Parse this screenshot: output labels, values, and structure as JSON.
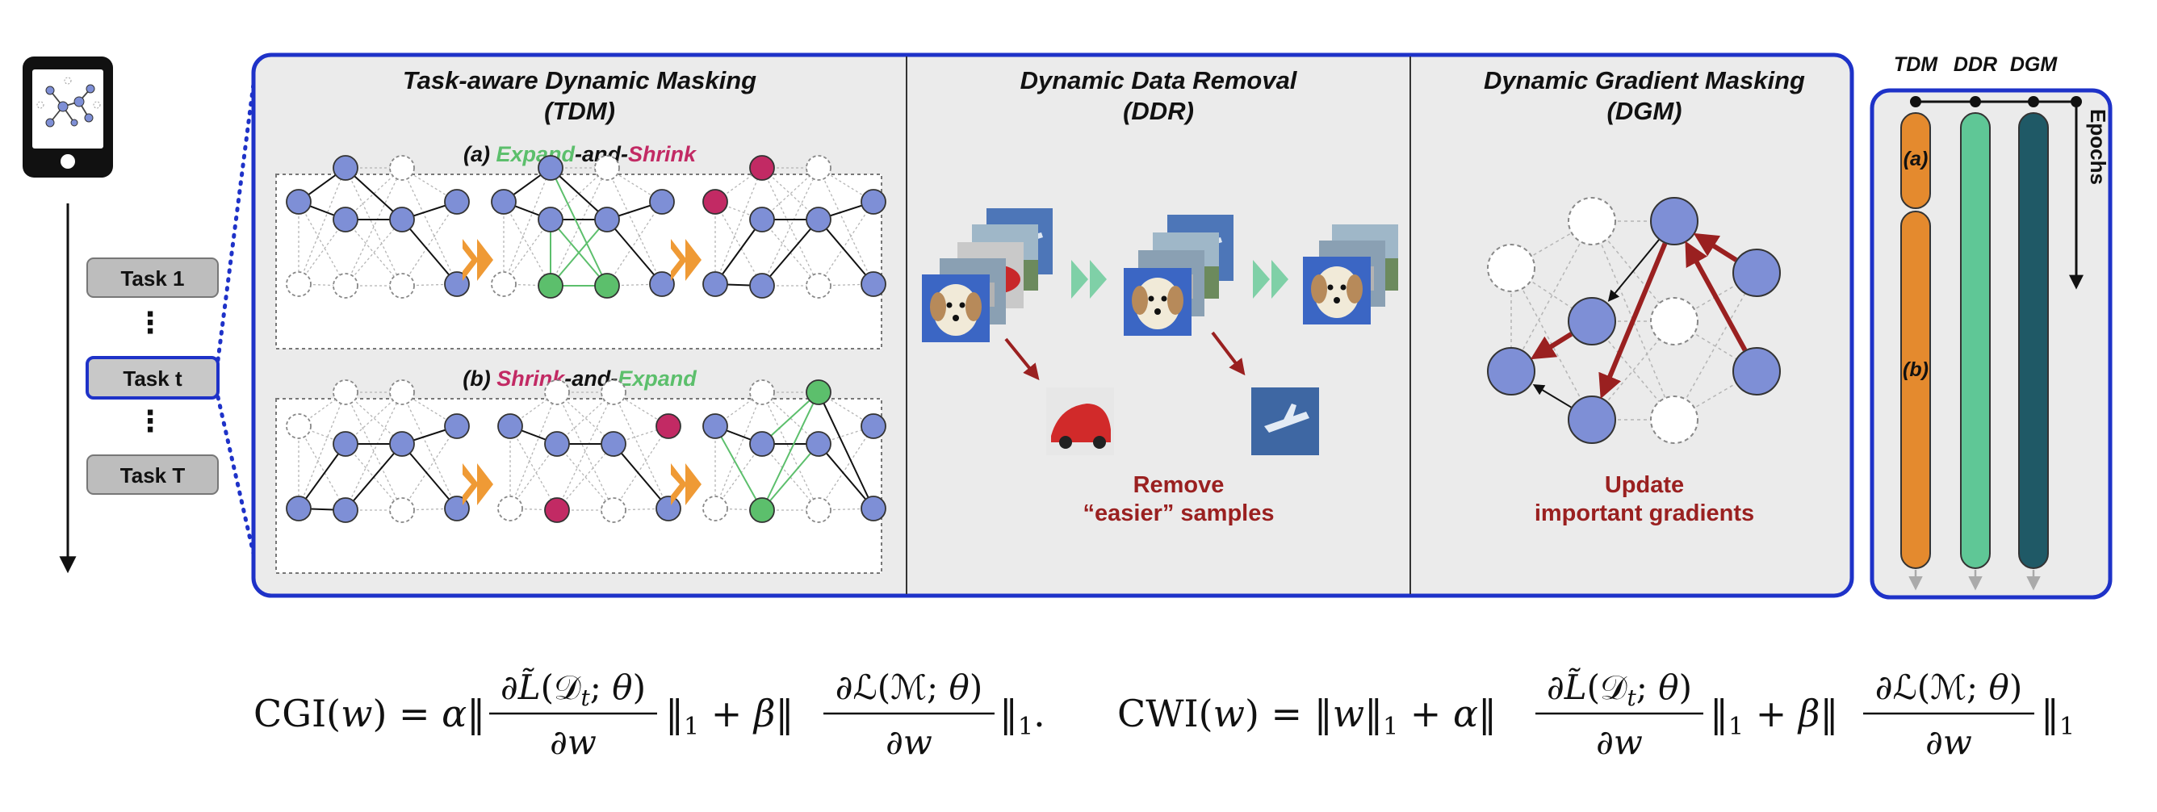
{
  "timeline": {
    "tasks": [
      "Task 1",
      "Task t",
      "Task T"
    ],
    "dots": "⋮"
  },
  "tdm": {
    "title_line1": "Task-aware Dynamic Masking",
    "title_line2": "(TDM)",
    "sub_a": {
      "prefix": "(a) ",
      "w1": "Expand",
      "mid": "-and-",
      "w2": "Shrink"
    },
    "sub_b": {
      "prefix": "(b) ",
      "w1": "Shrink",
      "mid": "-and-",
      "w2": "Expand"
    }
  },
  "ddr": {
    "title_line1": "Dynamic Data Removal",
    "title_line2": "(DDR)",
    "caption_line1": "Remove",
    "caption_line2": "“easier” samples"
  },
  "dgm": {
    "title_line1": "Dynamic Gradient Masking",
    "title_line2": "(DGM)",
    "caption_line1": "Update",
    "caption_line2": "important gradients"
  },
  "epochs_panel": {
    "labels": [
      "TDM",
      "DDR",
      "DGM"
    ],
    "phase_a": "(a)",
    "phase_b": "(b)",
    "epochs": "Epochs"
  },
  "formulas": {
    "cgi": "CGI(w) = α‖ ∂L̃(𝒟ₜ; θ) / ∂w ‖₁ + β‖ ∂ℒ(ℳ; θ) / ∂w ‖₁.",
    "cwi": "CWI(w) = ‖w‖₁ + α‖ ∂L̃(𝒟ₜ; θ) / ∂w ‖₁ + β‖ ∂ℒ(ℳ; θ) / ∂w ‖₁"
  },
  "colors": {
    "frame_blue": "#1e32c8",
    "panel_gray": "#ebebeb",
    "node_blue": "#7e8fd6",
    "node_green": "#5cbf6c",
    "node_magenta": "#c22a64",
    "arrow_orange": "#ef9a35",
    "arrow_teal": "#7fd0a7",
    "dark_red": "#9a2020",
    "bar_orange": "#e48a2e",
    "bar_green": "#5fc796",
    "bar_teal": "#1f5966"
  }
}
